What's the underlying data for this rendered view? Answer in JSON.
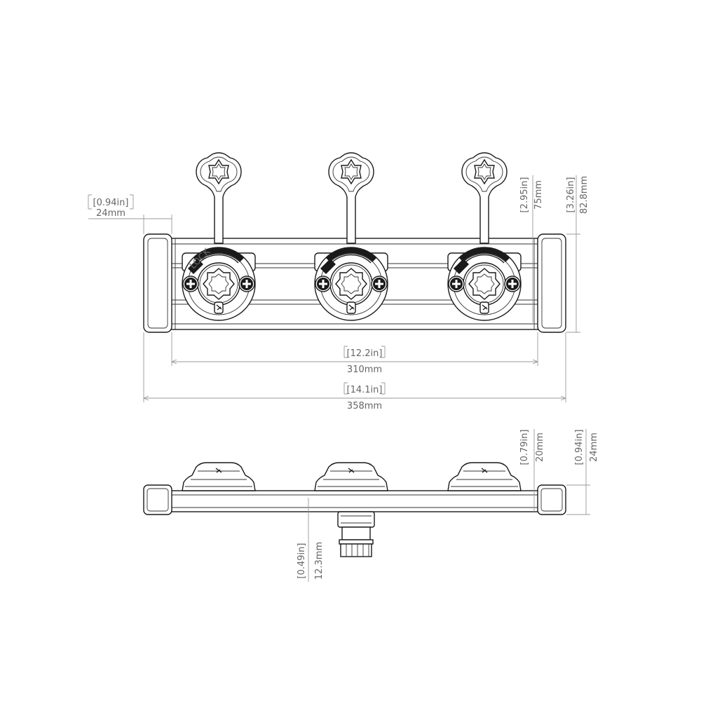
{
  "top_view": {
    "dim_end_cap": {
      "inches": "[0.94in]",
      "mm": "24mm"
    },
    "dim_leash_height": {
      "inches": "[2.95in]",
      "mm": "75mm"
    },
    "dim_total_height": {
      "inches": "[3.26in]",
      "mm": "82.8mm"
    },
    "dim_rail_length": {
      "inches": "[12.2in]",
      "mm": "310mm"
    },
    "dim_total_length": {
      "inches": "[14.1in]",
      "mm": "358mm"
    },
    "mount_logo": "LOCK"
  },
  "side_view": {
    "dim_mount_height": {
      "inches": "[0.79in]",
      "mm": "20mm"
    },
    "dim_cap_height": {
      "inches": "[0.94in]",
      "mm": "24mm"
    },
    "dim_stud_length": {
      "inches": "[0.49in]",
      "mm": "12.3mm"
    }
  },
  "colors": {
    "line": "#1a1a1a",
    "dimension": "#999999",
    "text": "#666666"
  }
}
